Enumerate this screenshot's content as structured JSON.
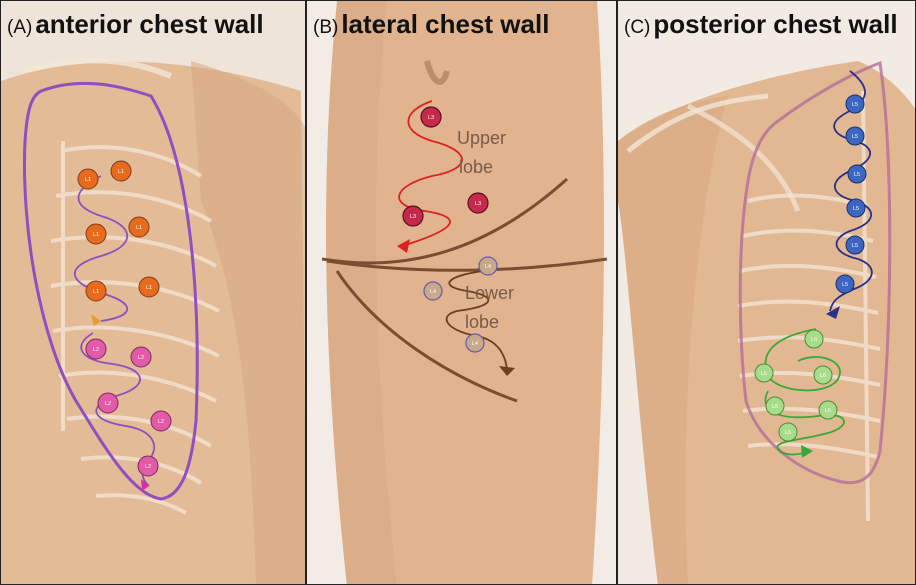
{
  "panels": [
    {
      "tag": "(A)",
      "name": "anterior chest wall"
    },
    {
      "tag": "(B)",
      "name": "lateral chest wall"
    },
    {
      "tag": "(C)",
      "name": "posterior chest wall"
    }
  ],
  "lobe_labels": {
    "upper_1": "Upper",
    "upper_2": "lobe",
    "lower_1": "Lower",
    "lower_2": "lobe"
  },
  "point_labels": {
    "L1": "L1",
    "L2": "L2",
    "L3": "L3",
    "L4": "L4",
    "L5": "L5",
    "L6": "L6"
  },
  "colors": {
    "skin": "#e3bb97",
    "skin_dark": "#d6a77f",
    "bone": "#f3e6d6",
    "outline_purple": "#8f4fc1",
    "L1": "#e86a1c",
    "L2": "#e25aa8",
    "L3": "#c62a4a",
    "L4": "#caa98a",
    "L5": "#3c66c2",
    "L6": "#a6dc8a",
    "path_red": "#e02020",
    "path_brown": "#6b3e22",
    "path_navy": "#2b2f8a",
    "path_green": "#3aa838"
  }
}
